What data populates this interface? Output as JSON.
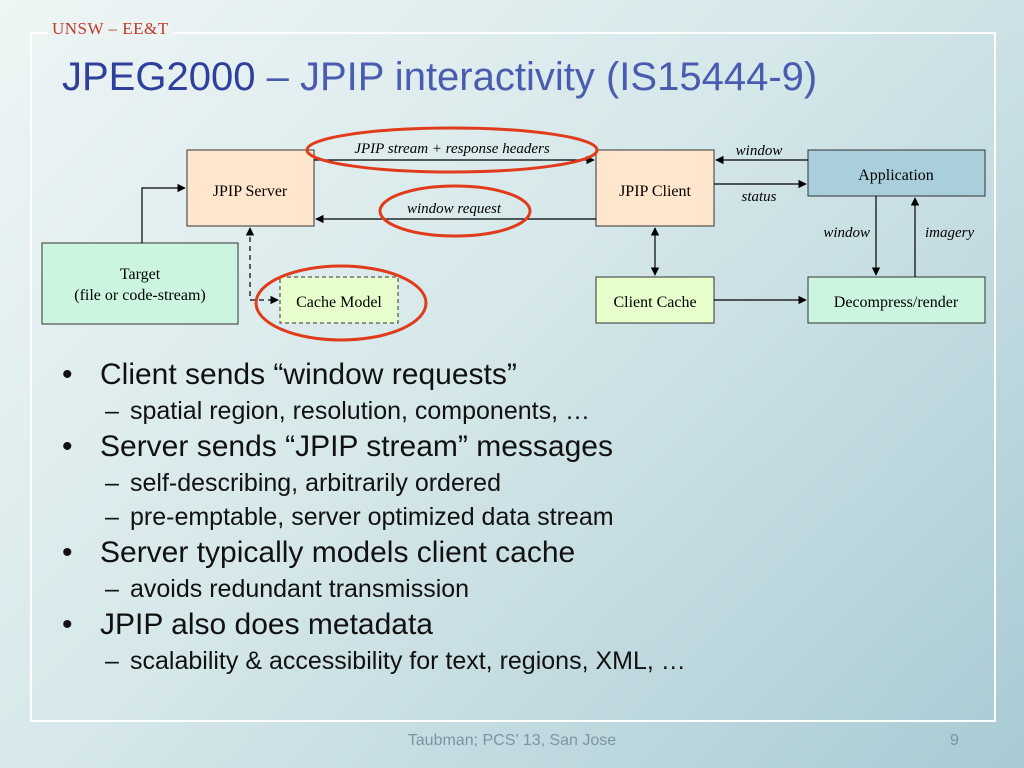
{
  "header": {
    "org": "UNSW – EE&T"
  },
  "title": {
    "main": "JPEG2000",
    "subtitle": " – JPIP interactivity (IS15444-9)"
  },
  "diagram": {
    "nodes": {
      "jpip_server": "JPIP Server",
      "jpip_client": "JPIP Client",
      "application": "Application",
      "target_line1": "Target",
      "target_line2": "(file or code-stream)",
      "cache_model": "Cache Model",
      "client_cache": "Client Cache",
      "decompress": "Decompress/render"
    },
    "edges": {
      "stream": "JPIP stream + response headers",
      "request": "window request",
      "app_window": "window",
      "status": "status",
      "dec_window": "window",
      "imagery": "imagery"
    },
    "colors": {
      "server_fill": "#ffe6cc",
      "app_fill": "#a9cfdc",
      "target_fill": "#ccf5e0",
      "cache_fill": "#e6ffcc",
      "highlight": "#e03c1c"
    }
  },
  "bullets": [
    {
      "text": "Client sends “window requests”",
      "sub": [
        "spatial region, resolution, components, …"
      ]
    },
    {
      "text": "Server sends “JPIP stream” messages",
      "sub": [
        "self-describing, arbitrarily ordered",
        "pre-emptable, server optimized data stream"
      ]
    },
    {
      "text": "Server typically models client cache",
      "sub": [
        "avoids redundant transmission"
      ]
    },
    {
      "text": "JPIP also does metadata",
      "sub": [
        "scalability & accessibility for text, regions, XML, …"
      ]
    }
  ],
  "footer": {
    "text": "Taubman; PCS’ 13, San Jose",
    "page": "9"
  }
}
